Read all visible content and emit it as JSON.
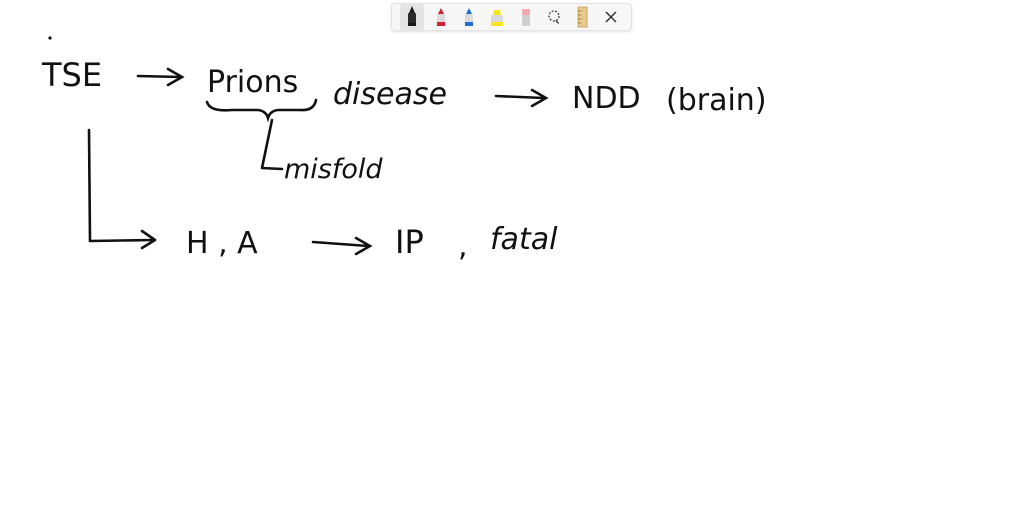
{
  "toolbar": {
    "tools": [
      {
        "name": "black-pen",
        "color": "#1a1a1a"
      },
      {
        "name": "red-pen",
        "color": "#d3212d"
      },
      {
        "name": "blue-pen",
        "color": "#1f6fd1"
      },
      {
        "name": "highlighter",
        "color": "#f5e61e"
      },
      {
        "name": "eraser",
        "color": "#f2a7b4"
      },
      {
        "name": "lasso",
        "color": "#444444"
      },
      {
        "name": "ruler",
        "color": "#d8b67a"
      },
      {
        "name": "close",
        "color": "#333333"
      }
    ]
  },
  "ink": {
    "tse": "TSE",
    "prions": "Prions",
    "disease": "disease",
    "ndd": "NDD",
    "brain": "(brain)",
    "misfold": "misfold",
    "ha": "H , A",
    "ip": "IP",
    "comma": ",",
    "fatal": "fatal"
  }
}
